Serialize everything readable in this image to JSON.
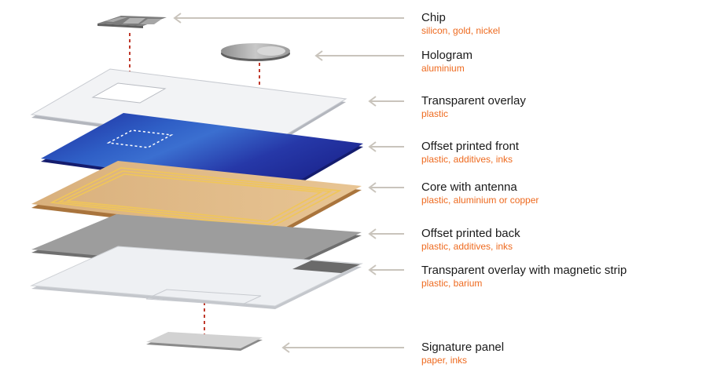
{
  "accent_colors": {
    "name_text": "#1a1a1a",
    "material_text": "#ee6a1f",
    "arrow": "#c9c4bc",
    "dashed_guide": "#c0392b"
  },
  "layers": [
    {
      "key": "chip",
      "name": "Chip",
      "materials": "silicon, gold, nickel"
    },
    {
      "key": "hologram",
      "name": "Hologram",
      "materials": "aluminium"
    },
    {
      "key": "overlay",
      "name": "Transparent overlay",
      "materials": "plastic"
    },
    {
      "key": "front",
      "name": "Offset printed front",
      "materials": "plastic, additives, inks"
    },
    {
      "key": "core",
      "name": "Core with antenna",
      "materials": "plastic, aluminium or copper"
    },
    {
      "key": "back",
      "name": "Offset printed back",
      "materials": "plastic, additives, inks"
    },
    {
      "key": "strip",
      "name": "Transparent overlay with magnetic strip",
      "materials": "plastic, barium"
    },
    {
      "key": "signature",
      "name": "Signature panel",
      "materials": "paper, inks"
    }
  ]
}
